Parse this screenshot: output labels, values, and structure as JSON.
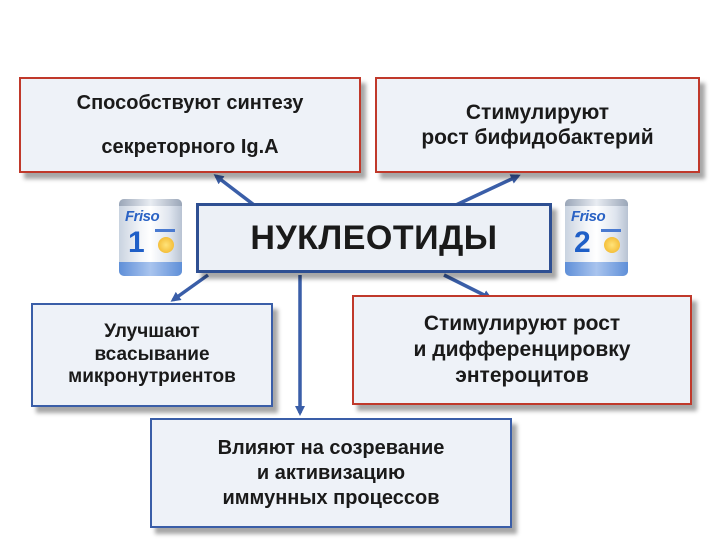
{
  "boxes": {
    "top_left": {
      "line1": "Способствуют синтезу",
      "line2": "секреторного Ig.A"
    },
    "top_right": {
      "line1": "Стимулируют",
      "line2": "рост бифидобактерий"
    },
    "center": {
      "text": "НУКЛЕОТИДЫ"
    },
    "mid_left": {
      "line1": "Улучшают",
      "line2": "всасывание",
      "line3": "микронутриентов"
    },
    "mid_right": {
      "line1": "Стимулируют рост",
      "line2": "и дифференцировку",
      "line3": "энтероцитов"
    },
    "bottom": {
      "line1": "Влияют на созревание",
      "line2": "и активизацию",
      "line3": "иммунных процессов"
    }
  },
  "products": {
    "left": {
      "brand": "Friso",
      "stage": "1"
    },
    "right": {
      "brand": "Friso",
      "stage": "2"
    }
  },
  "colors": {
    "arrow": "#3a5ea8",
    "red_border": "#c0392b",
    "blue_border": "#3a5ea8"
  }
}
